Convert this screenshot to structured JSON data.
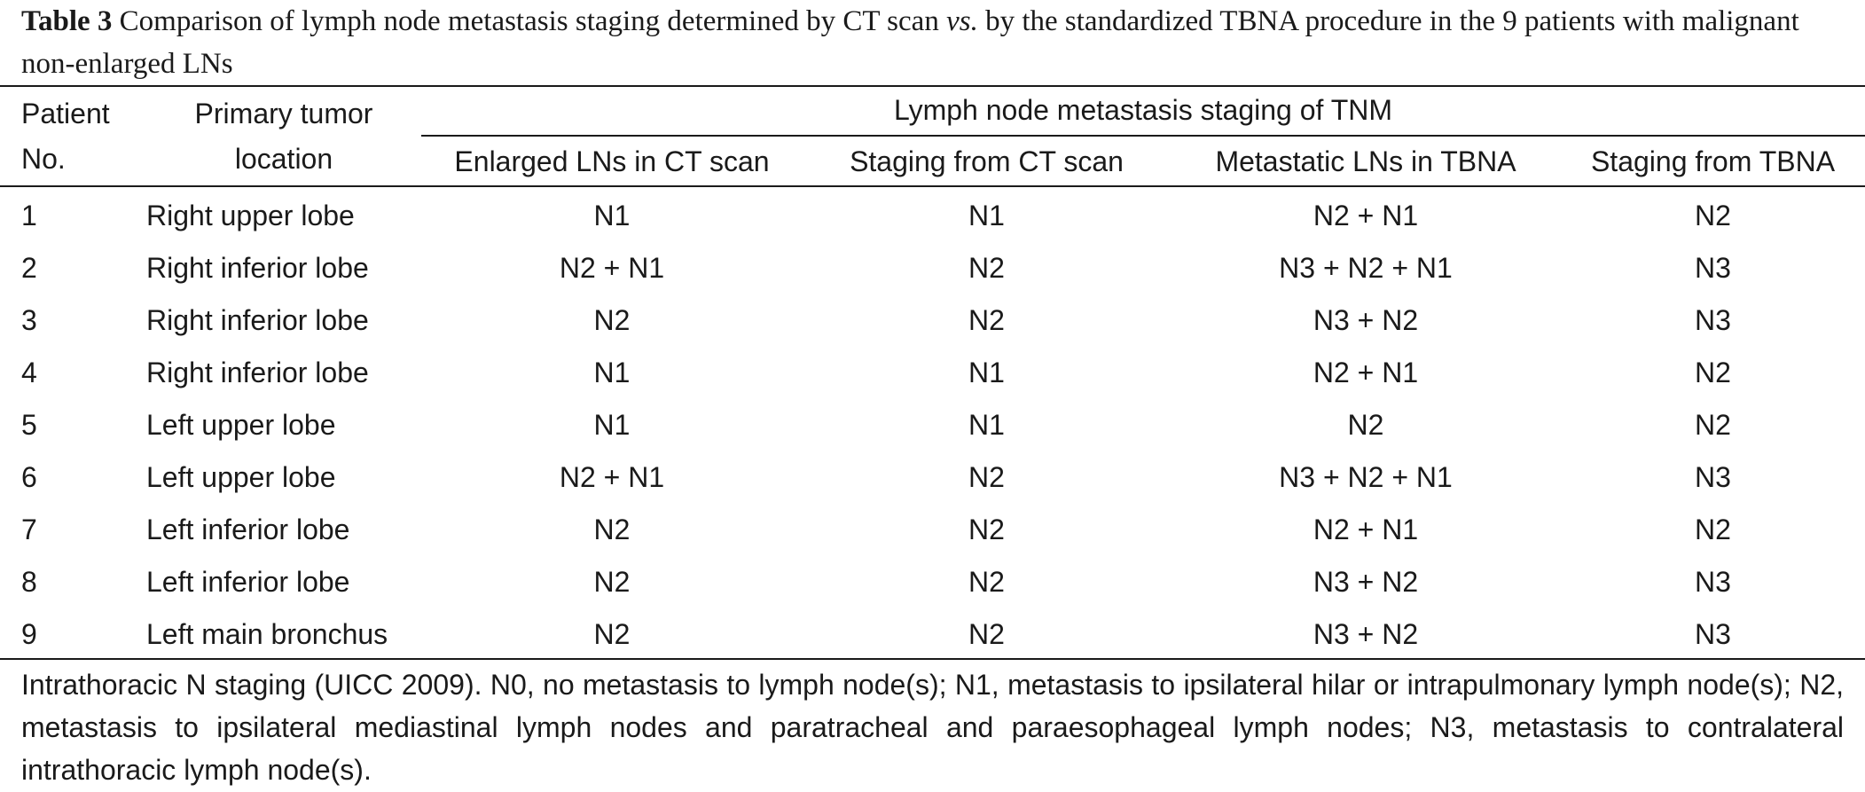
{
  "caption": {
    "label": "Table 3",
    "text_before": "Comparison of lymph node metastasis staging determined by CT scan",
    "italic": "vs.",
    "text_after": "by the standardized TBNA procedure in the 9 patients with malignant non-enlarged LNs"
  },
  "headers": {
    "patient_no_line1": "Patient",
    "patient_no_line2": "No.",
    "location_line1": "Primary tumor",
    "location_line2": "location",
    "group": "Lymph node metastasis staging of TNM",
    "enlarged_ct": "Enlarged LNs in CT scan",
    "staging_ct": "Staging from CT scan",
    "metastatic_tbna": "Metastatic LNs in TBNA",
    "staging_tbna": "Staging from TBNA"
  },
  "rows": [
    [
      "1",
      "Right upper lobe",
      "N1",
      "N1",
      "N2 + N1",
      "N2"
    ],
    [
      "2",
      "Right inferior lobe",
      "N2 + N1",
      "N2",
      "N3 + N2 + N1",
      "N3"
    ],
    [
      "3",
      "Right inferior lobe",
      "N2",
      "N2",
      "N3 + N2",
      "N3"
    ],
    [
      "4",
      "Right inferior lobe",
      "N1",
      "N1",
      "N2 + N1",
      "N2"
    ],
    [
      "5",
      "Left upper lobe",
      "N1",
      "N1",
      "N2",
      "N2"
    ],
    [
      "6",
      "Left upper lobe",
      "N2 + N1",
      "N2",
      "N3 + N2 + N1",
      "N3"
    ],
    [
      "7",
      "Left inferior lobe",
      "N2",
      "N2",
      "N2 + N1",
      "N2"
    ],
    [
      "8",
      "Left inferior lobe",
      "N2",
      "N2",
      "N3 + N2",
      "N3"
    ],
    [
      "9",
      "Left main bronchus",
      "N2",
      "N2",
      "N3 + N2",
      "N3"
    ]
  ],
  "footnote": "Intrathoracic N staging (UICC 2009). N0, no metastasis to lymph node(s); N1, metastasis to ipsilateral hilar or intrapulmonary lymph node(s); N2, metastasis to ipsilateral mediastinal lymph nodes and paratracheal and paraesophageal lymph nodes; N3, metastasis to contralateral intrathoracic lymph node(s)."
}
